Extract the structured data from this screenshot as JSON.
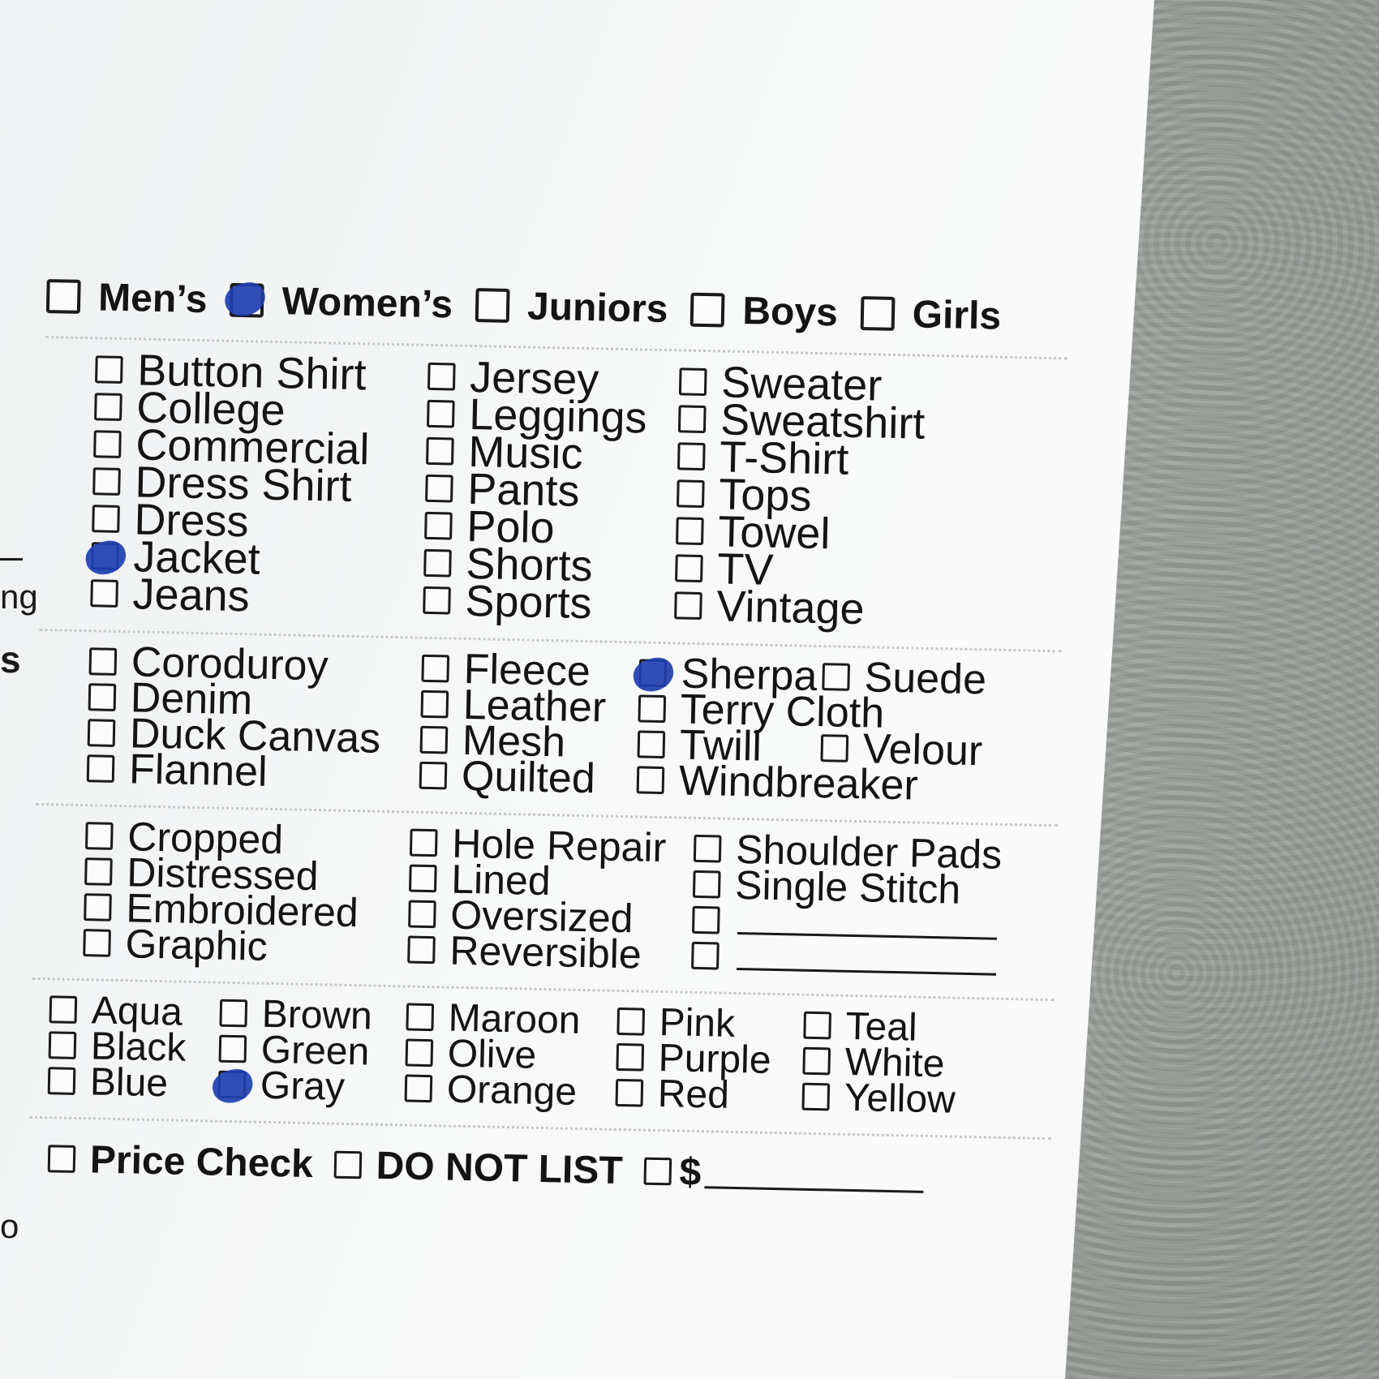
{
  "gender": [
    {
      "label": "Men’s",
      "checked": false
    },
    {
      "label": "Women’s",
      "checked": true
    },
    {
      "label": "Juniors",
      "checked": false
    },
    {
      "label": "Boys",
      "checked": false
    },
    {
      "label": "Girls",
      "checked": false
    }
  ],
  "types": {
    "col1": [
      {
        "label": "Button Shirt",
        "checked": false
      },
      {
        "label": "College",
        "checked": false
      },
      {
        "label": "Commercial",
        "checked": false
      },
      {
        "label": "Dress Shirt",
        "checked": false
      },
      {
        "label": "Dress",
        "checked": false
      },
      {
        "label": "Jacket",
        "checked": true
      },
      {
        "label": "Jeans",
        "checked": false
      }
    ],
    "col2": [
      {
        "label": "Jersey",
        "checked": false
      },
      {
        "label": "Leggings",
        "checked": false
      },
      {
        "label": "Music",
        "checked": false
      },
      {
        "label": "Pants",
        "checked": false
      },
      {
        "label": "Polo",
        "checked": false
      },
      {
        "label": "Shorts",
        "checked": false
      },
      {
        "label": "Sports",
        "checked": false
      }
    ],
    "col3": [
      {
        "label": "Sweater",
        "checked": false
      },
      {
        "label": "Sweatshirt",
        "checked": false
      },
      {
        "label": "T-Shirt",
        "checked": false
      },
      {
        "label": "Tops",
        "checked": false
      },
      {
        "label": "Towel",
        "checked": false
      },
      {
        "label": "TV",
        "checked": false
      },
      {
        "label": "Vintage",
        "checked": false
      }
    ]
  },
  "materials": {
    "col1": [
      {
        "label": "Coroduroy",
        "checked": false
      },
      {
        "label": "Denim",
        "checked": false
      },
      {
        "label": "Duck Canvas",
        "checked": false
      },
      {
        "label": "Flannel",
        "checked": false
      }
    ],
    "col2": [
      {
        "label": "Fleece",
        "checked": false
      },
      {
        "label": "Leather",
        "checked": false
      },
      {
        "label": "Mesh",
        "checked": false
      },
      {
        "label": "Quilted",
        "checked": false
      }
    ],
    "col3": [
      {
        "label": "Sherpa",
        "checked": true
      },
      {
        "label": "Terry Cloth",
        "checked": false
      },
      {
        "label": "Twill",
        "checked": false
      },
      {
        "label": "Windbreaker",
        "checked": false
      }
    ],
    "col4": [
      {
        "label": "Suede",
        "checked": false
      },
      {
        "label": "",
        "checked": false
      },
      {
        "label": "Velour",
        "checked": false
      }
    ]
  },
  "features": {
    "col1": [
      {
        "label": "Cropped",
        "checked": false
      },
      {
        "label": "Distressed",
        "checked": false
      },
      {
        "label": "Embroidered",
        "checked": false
      },
      {
        "label": "Graphic",
        "checked": false
      }
    ],
    "col2": [
      {
        "label": "Hole Repair",
        "checked": false
      },
      {
        "label": "Lined",
        "checked": false
      },
      {
        "label": "Oversized",
        "checked": false
      },
      {
        "label": "Reversible",
        "checked": false
      }
    ],
    "col3": [
      {
        "label": "Shoulder Pads",
        "checked": false
      },
      {
        "label": "Single Stitch",
        "checked": false
      },
      {
        "label": "",
        "checked": false,
        "blank": true
      },
      {
        "label": "",
        "checked": false,
        "blank": true
      }
    ]
  },
  "colors": {
    "col1": [
      {
        "label": "Aqua",
        "checked": false
      },
      {
        "label": "Black",
        "checked": false
      },
      {
        "label": "Blue",
        "checked": false
      }
    ],
    "col2": [
      {
        "label": "Brown",
        "checked": false
      },
      {
        "label": "Green",
        "checked": false
      },
      {
        "label": "Gray",
        "checked": true
      }
    ],
    "col3": [
      {
        "label": "Maroon",
        "checked": false
      },
      {
        "label": "Olive",
        "checked": false
      },
      {
        "label": "Orange",
        "checked": false
      }
    ],
    "col4": [
      {
        "label": "Pink",
        "checked": false
      },
      {
        "label": "Purple",
        "checked": false
      },
      {
        "label": "Red",
        "checked": false
      }
    ],
    "col5": [
      {
        "label": "Teal",
        "checked": false
      },
      {
        "label": "White",
        "checked": false
      },
      {
        "label": "Yellow",
        "checked": false
      }
    ]
  },
  "footer": {
    "price_check": "Price Check",
    "do_not_list": "DO NOT LIST",
    "dollar": "$"
  },
  "edge_fragments": {
    "ng": "ng",
    "s": "s",
    "o": "o"
  },
  "colors_theme": {
    "ink": "#141414",
    "pen_blue": "#1e3fb0",
    "paper": "#f6f7f7",
    "wall": "#9fa39f"
  }
}
